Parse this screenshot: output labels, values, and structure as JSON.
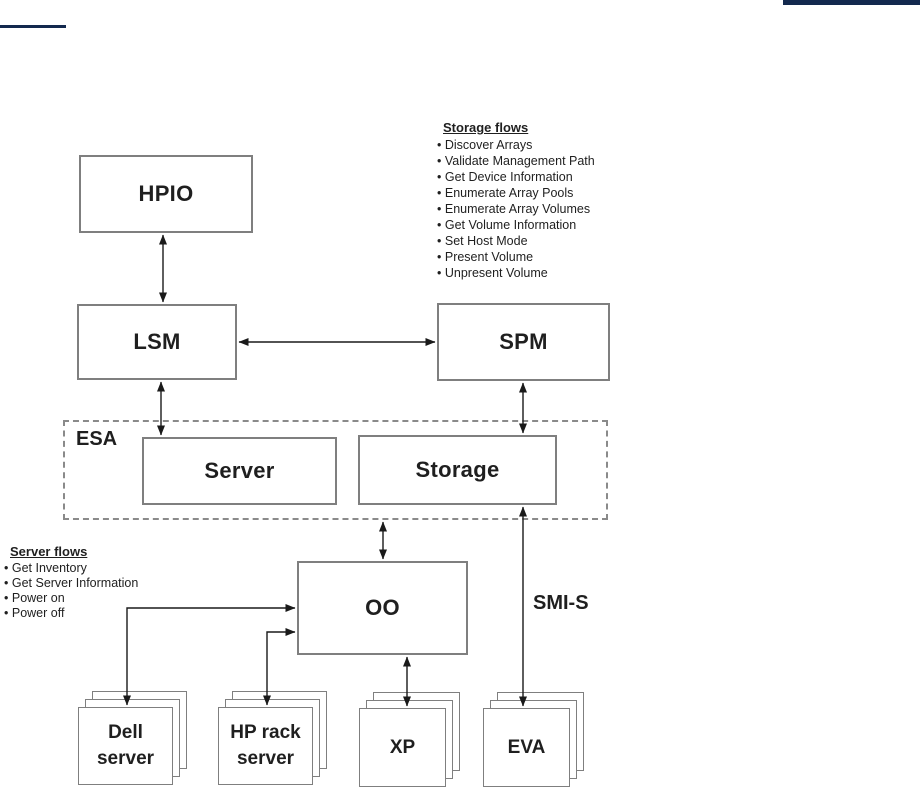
{
  "colors": {
    "accent_bar": "#13294e",
    "line": "#1a1a1a",
    "box_border": "#7f7f7f"
  },
  "diagram": {
    "boxes": {
      "hpio": "HPIO",
      "lsm": "LSM",
      "spm": "SPM",
      "server": "Server",
      "storage": "Storage",
      "oo": "OO"
    },
    "esa_label": "ESA",
    "smis_label": "SMI-S",
    "stacks": {
      "dell": "Dell server",
      "hp_rack": "HP rack server",
      "xp": "XP",
      "eva": "EVA"
    },
    "storage_flows": {
      "title": "Storage flows",
      "items": [
        "Discover Arrays",
        "Validate Management Path",
        "Get Device Information",
        "Enumerate Array Pools",
        "Enumerate Array Volumes",
        "Get Volume Information",
        "Set Host Mode",
        "Present Volume",
        "Unpresent Volume"
      ]
    },
    "server_flows": {
      "title": "Server flows",
      "items": [
        "Get Inventory",
        "Get Server Information",
        "Power on",
        "Power off"
      ]
    }
  }
}
